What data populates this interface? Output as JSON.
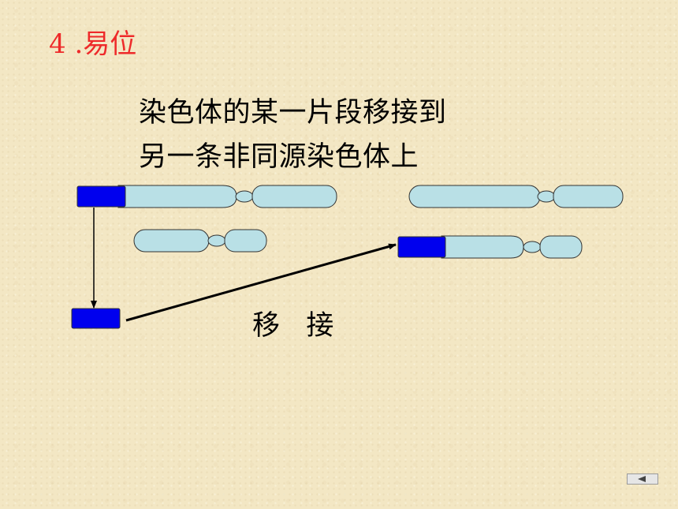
{
  "slide": {
    "title": "4 .易位",
    "description_lines": [
      "染色体的某一片段移接到",
      "另一条非同源染色体上"
    ],
    "move_label": "移   接"
  },
  "colors": {
    "background": "#f3e7c4",
    "title": "#ee2a2a",
    "chromosome_fill": "#b9e0e6",
    "segment_fill": "#0000ee",
    "outline": "#333333",
    "arrow": "#000000"
  },
  "nav": {
    "icon": "previous-slide-icon"
  }
}
